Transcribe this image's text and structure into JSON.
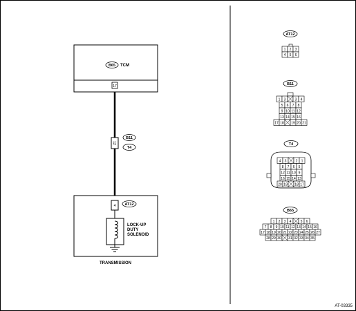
{
  "tcm": {
    "connector": "B65",
    "label": "TCM",
    "pin": "17"
  },
  "harness": {
    "connector_a": "B11",
    "connector_b": "T4",
    "pin": "12"
  },
  "transmission": {
    "connector": "AT12",
    "pin": "4",
    "component_line1": "LOCK-UP",
    "component_line2": "DUTY",
    "component_line3": "SOLENOID",
    "label": "TRANSMISSION"
  },
  "connector_views": {
    "at12": {
      "title": "AT12",
      "row1": [
        "1",
        "2",
        "3"
      ],
      "row2": [
        "4",
        "5",
        "6"
      ]
    },
    "b11": {
      "title": "B11",
      "rows": [
        [
          "1",
          "3",
          "",
          "3",
          "4"
        ],
        [
          "5",
          "6",
          "7",
          "8"
        ],
        [
          "9",
          "10",
          "11",
          "12"
        ],
        [
          "13",
          "14",
          "15",
          "16"
        ],
        [
          "17",
          "18",
          "",
          "19",
          "20",
          "21"
        ]
      ]
    },
    "t4": {
      "title": "T4",
      "rows": [
        [
          "4",
          "3",
          "",
          "2",
          "1"
        ],
        [
          "8",
          "7",
          "6",
          "5"
        ],
        [
          "12",
          "11",
          "10",
          "9"
        ],
        [
          "16",
          "15",
          "14",
          "13"
        ],
        [
          "20",
          "19",
          "",
          "18",
          "17"
        ]
      ]
    },
    "b65": {
      "title": "B65",
      "rows": [
        [
          "1",
          "2",
          "3",
          "4",
          "",
          "5",
          "6"
        ],
        [
          "7",
          "8",
          "9",
          "10",
          "11",
          "12",
          "13",
          "14",
          "15",
          "16"
        ],
        [
          "17",
          "18",
          "19",
          "20",
          "21",
          "22",
          "23",
          "24",
          "25",
          "26",
          "27"
        ],
        [
          "28",
          "29",
          "30",
          "",
          "31",
          "32",
          "33",
          "34",
          "35"
        ]
      ]
    }
  },
  "figure_id": "AT-03335"
}
